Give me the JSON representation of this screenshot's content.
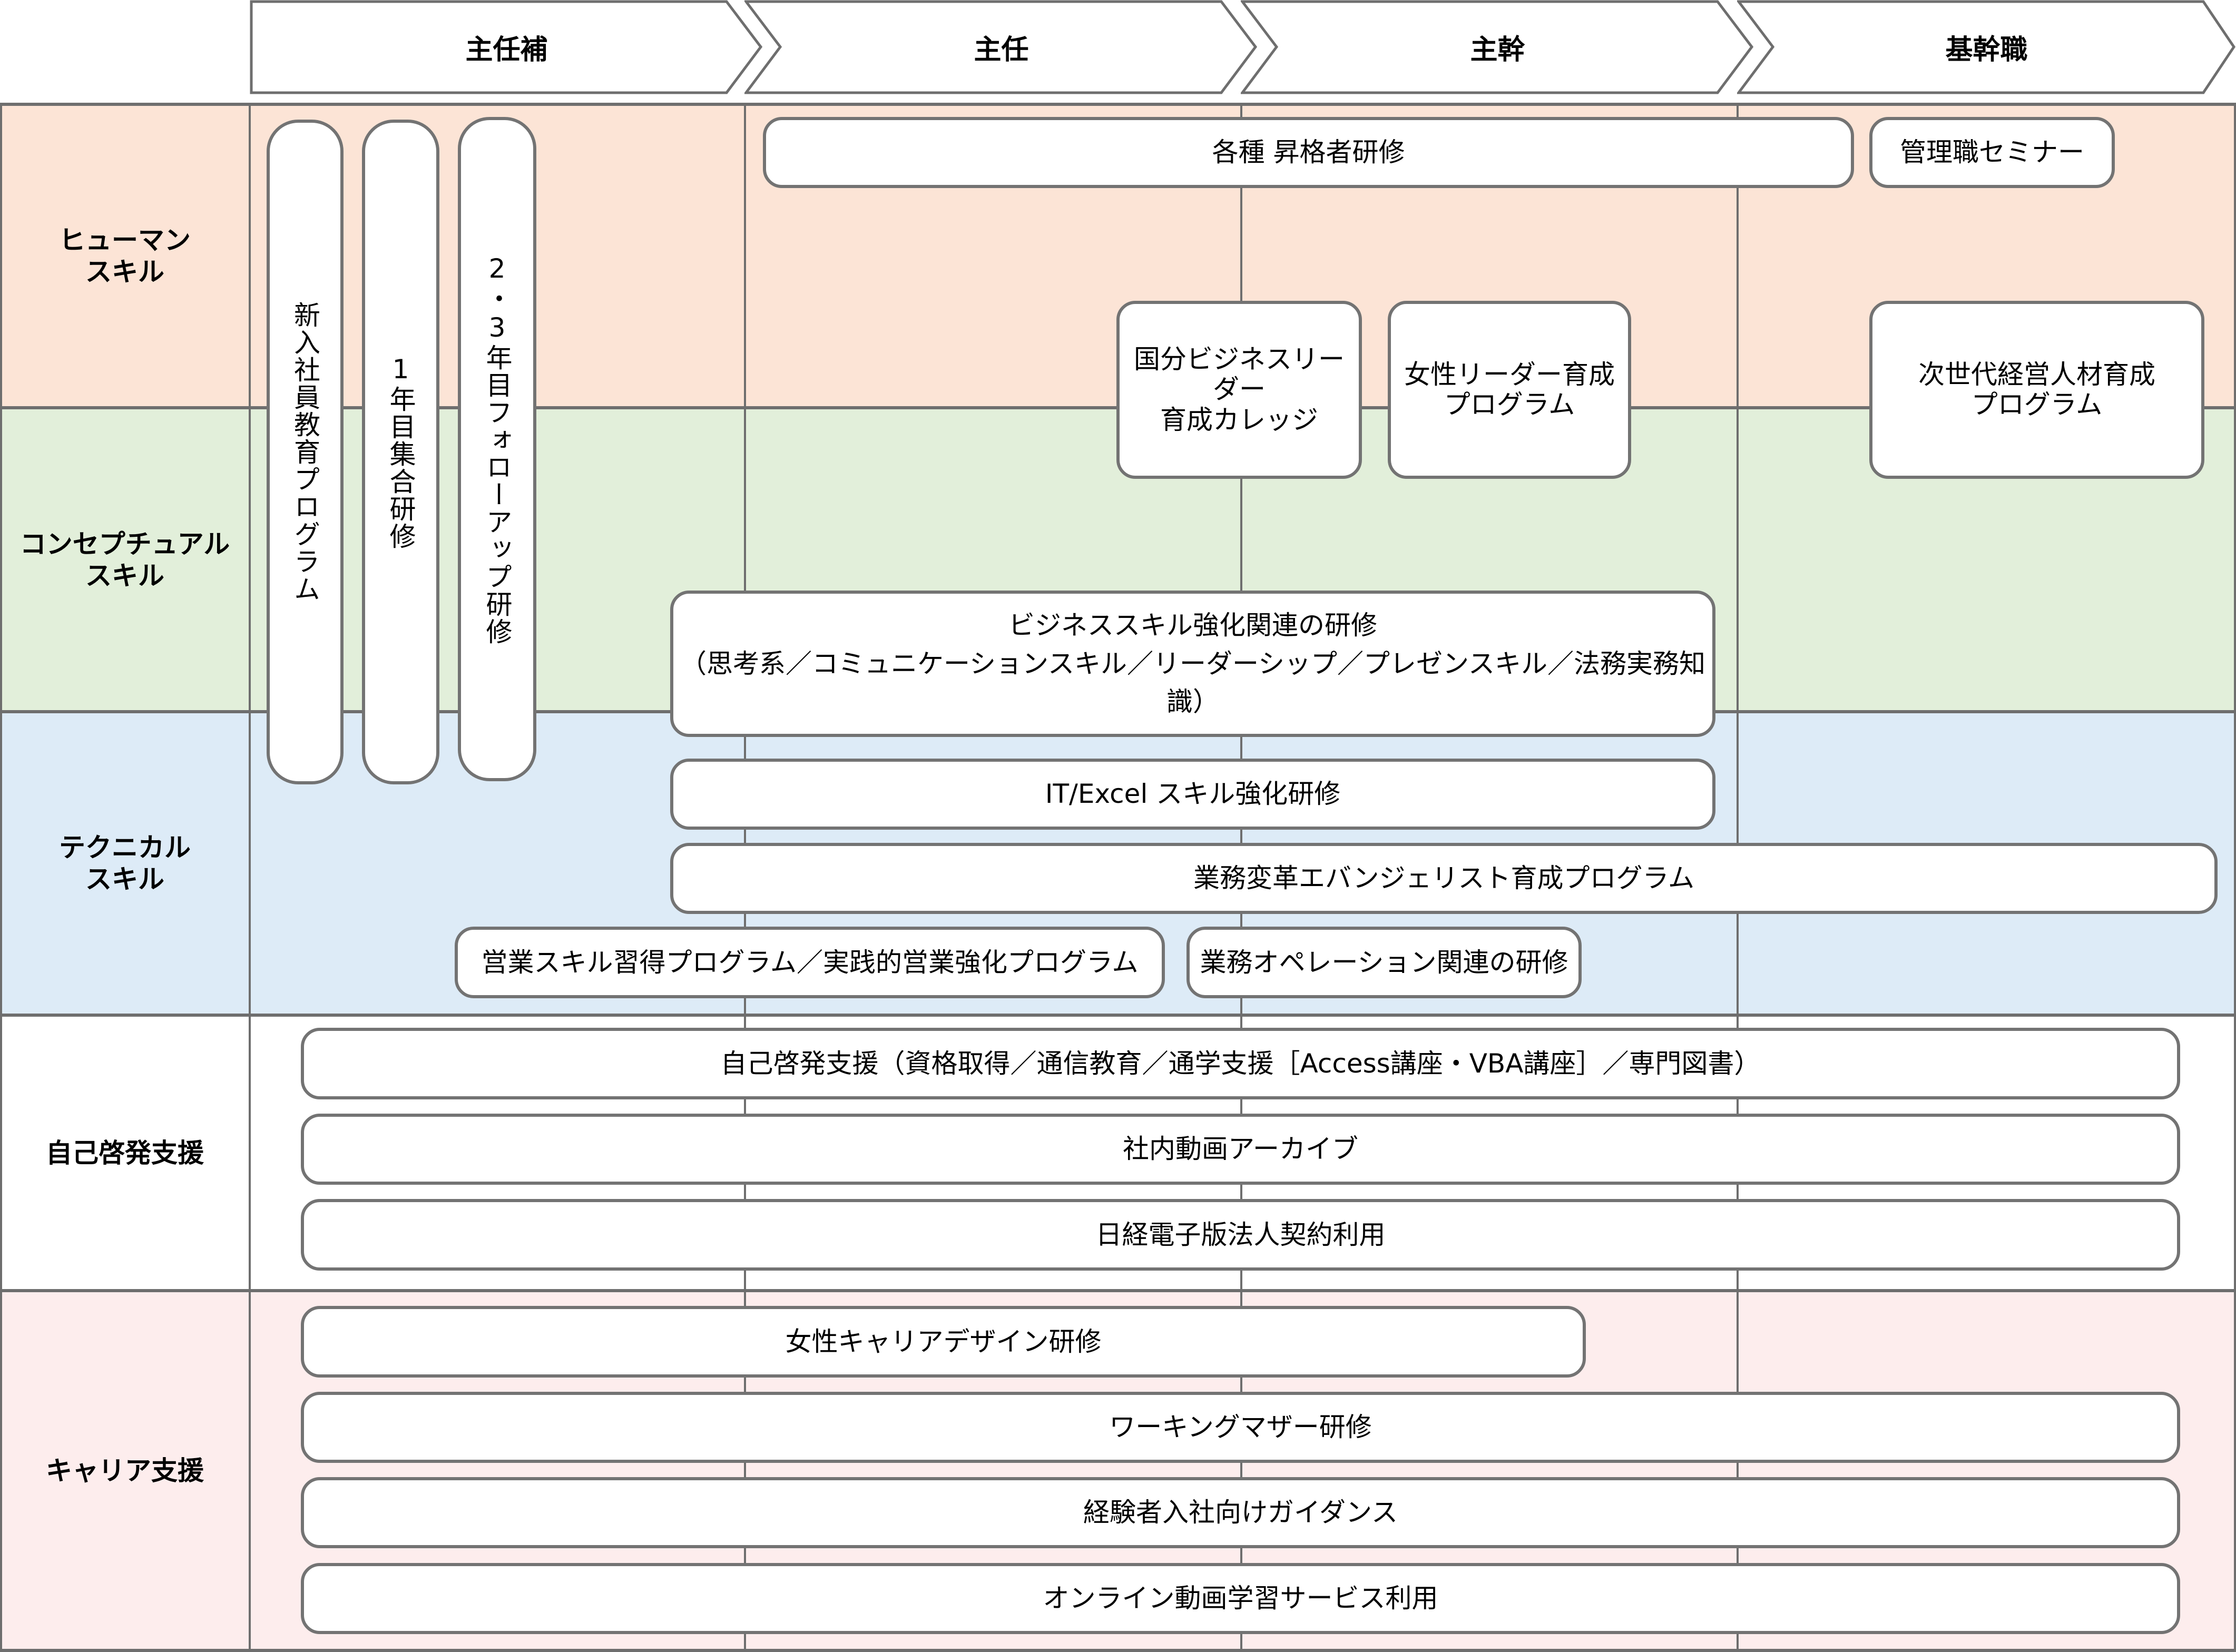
{
  "diagram": {
    "colors": {
      "human": "#fce4d6",
      "conceptual": "#e2efda",
      "technical": "#ddebf7",
      "self": "#ffffff",
      "career": "#fdeded",
      "border": "#6e6e6e",
      "box_fill": "#ffffff"
    },
    "grades": [
      {
        "label": "主任補"
      },
      {
        "label": "主任"
      },
      {
        "label": "主幹"
      },
      {
        "label": "基幹職"
      }
    ],
    "rows": [
      {
        "label": "ヒューマン\nスキル"
      },
      {
        "label": "コンセプチュアル\nスキル"
      },
      {
        "label": "テクニカル\nスキル"
      },
      {
        "label": "自己啓発支援"
      },
      {
        "label": "キャリア支援"
      }
    ],
    "programs": {
      "new_employee": "新入社員教育プログラム",
      "first_year": "1年目集合研修",
      "second_third_year": "2・3年目フォローアップ研修",
      "promotion_training": "各種 昇格者研修",
      "manager_seminar": "管理職セミナー",
      "kokubu_college": "国分ビジネスリーダー\n育成カレッジ",
      "women_leader": "女性リーダー育成\nプログラム",
      "next_gen_mgmt": "次世代経営人材育成\nプログラム",
      "business_skill": "ビジネススキル強化関連の研修\n（思考系／コミュニケーションスキル／リーダーシップ／プレゼンスキル／法務実務知識）",
      "it_excel": "IT/Excel スキル強化研修",
      "evangelist": "業務変革エバンジェリスト育成プログラム",
      "sales_skill": "営業スキル習得プログラム／実践的営業強化プログラム",
      "operations": "業務オペレーション関連の研修",
      "self_dev": "自己啓発支援（資格取得／通信教育／通学支援［Access講座・VBA講座］／専門図書）",
      "video_archive": "社内動画アーカイブ",
      "nikkei": "日経電子版法人契約利用",
      "women_career": "女性キャリアデザイン研修",
      "working_mother": "ワーキングマザー研修",
      "midcareer_guidance": "経験者入社向けガイダンス",
      "online_video": "オンライン動画学習サービス利用"
    }
  }
}
